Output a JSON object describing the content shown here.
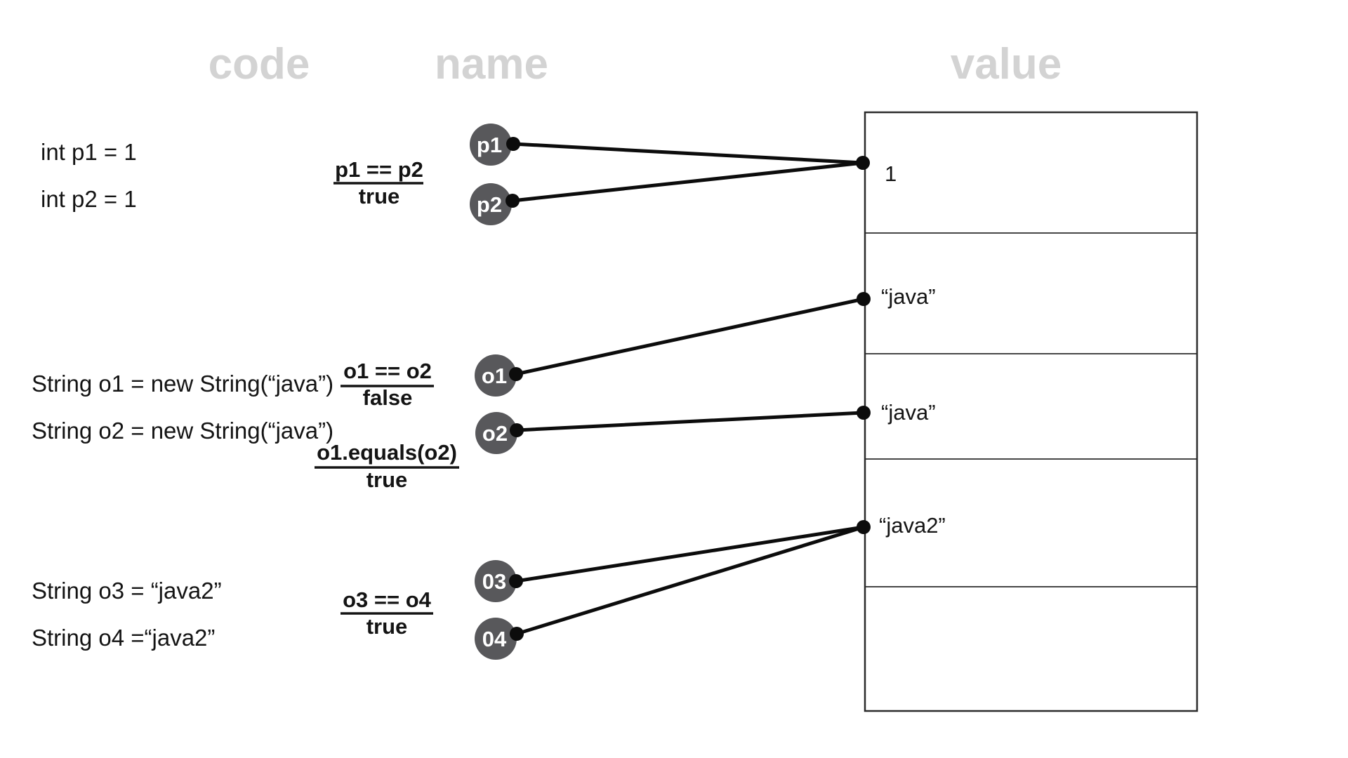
{
  "headers": {
    "code": "code",
    "name": "name",
    "value": "value"
  },
  "code_lines": [
    "int p1 = 1",
    "int p2 = 1",
    "String o1 = new String(“java”)",
    "String o2 = new String(“java”)",
    "String o3 = “java2”",
    "String o4 =“java2”"
  ],
  "expressions": [
    {
      "expr": "p1 == p2",
      "result": "true"
    },
    {
      "expr": "o1 == o2",
      "result": "false"
    },
    {
      "expr": "o1.equals(o2)",
      "result": "true"
    },
    {
      "expr": "o3 == o4",
      "result": "true"
    }
  ],
  "names": [
    "p1",
    "p2",
    "o1",
    "o2",
    "03",
    "04"
  ],
  "values": [
    "1",
    "“java”",
    "“java”",
    "“java2”",
    ""
  ],
  "colors": {
    "background": "#ffffff",
    "header_text": "#d3d3d3",
    "body_text": "#141414",
    "circle_fill": "#58585b",
    "circle_label": "#ffffff",
    "connector": "#0c0c0c",
    "table_border": "#2b2b2b"
  }
}
